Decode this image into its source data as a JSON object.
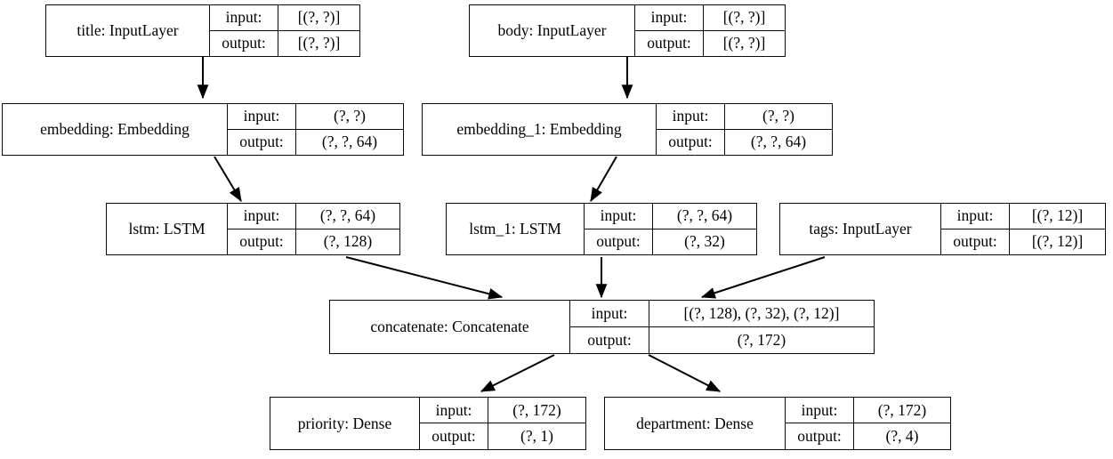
{
  "diagram": {
    "type": "keras-model-graph",
    "title": "",
    "background_color": "#ffffff",
    "node_border_color": "#0a0a0a",
    "edge_color": "#000000",
    "io_labels": {
      "input": "input:",
      "output": "output:"
    },
    "nodes": [
      {
        "id": "title",
        "name": "title: InputLayer",
        "input": "[(?, ?)]",
        "output": "[(?, ?)]"
      },
      {
        "id": "body",
        "name": "body: InputLayer",
        "input": "[(?, ?)]",
        "output": "[(?, ?)]"
      },
      {
        "id": "embedding",
        "name": "embedding: Embedding",
        "input": "(?, ?)",
        "output": "(?, ?, 64)"
      },
      {
        "id": "embedding_1",
        "name": "embedding_1: Embedding",
        "input": "(?, ?)",
        "output": "(?, ?, 64)"
      },
      {
        "id": "lstm",
        "name": "lstm: LSTM",
        "input": "(?, ?, 64)",
        "output": "(?, 128)"
      },
      {
        "id": "lstm_1",
        "name": "lstm_1: LSTM",
        "input": "(?, ?, 64)",
        "output": "(?, 32)"
      },
      {
        "id": "tags",
        "name": "tags: InputLayer",
        "input": "[(?, 12)]",
        "output": "[(?, 12)]"
      },
      {
        "id": "concatenate",
        "name": "concatenate: Concatenate",
        "input": "[(?, 128), (?, 32), (?, 12)]",
        "output": "(?, 172)"
      },
      {
        "id": "priority",
        "name": "priority: Dense",
        "input": "(?, 172)",
        "output": "(?, 1)"
      },
      {
        "id": "department",
        "name": "department: Dense",
        "input": "(?, 172)",
        "output": "(?, 4)"
      }
    ],
    "edges": [
      {
        "from": "title",
        "to": "embedding"
      },
      {
        "from": "embedding",
        "to": "lstm"
      },
      {
        "from": "body",
        "to": "embedding_1"
      },
      {
        "from": "embedding_1",
        "to": "lstm_1"
      },
      {
        "from": "lstm",
        "to": "concatenate"
      },
      {
        "from": "lstm_1",
        "to": "concatenate"
      },
      {
        "from": "tags",
        "to": "concatenate"
      },
      {
        "from": "concatenate",
        "to": "priority"
      },
      {
        "from": "concatenate",
        "to": "department"
      }
    ]
  }
}
